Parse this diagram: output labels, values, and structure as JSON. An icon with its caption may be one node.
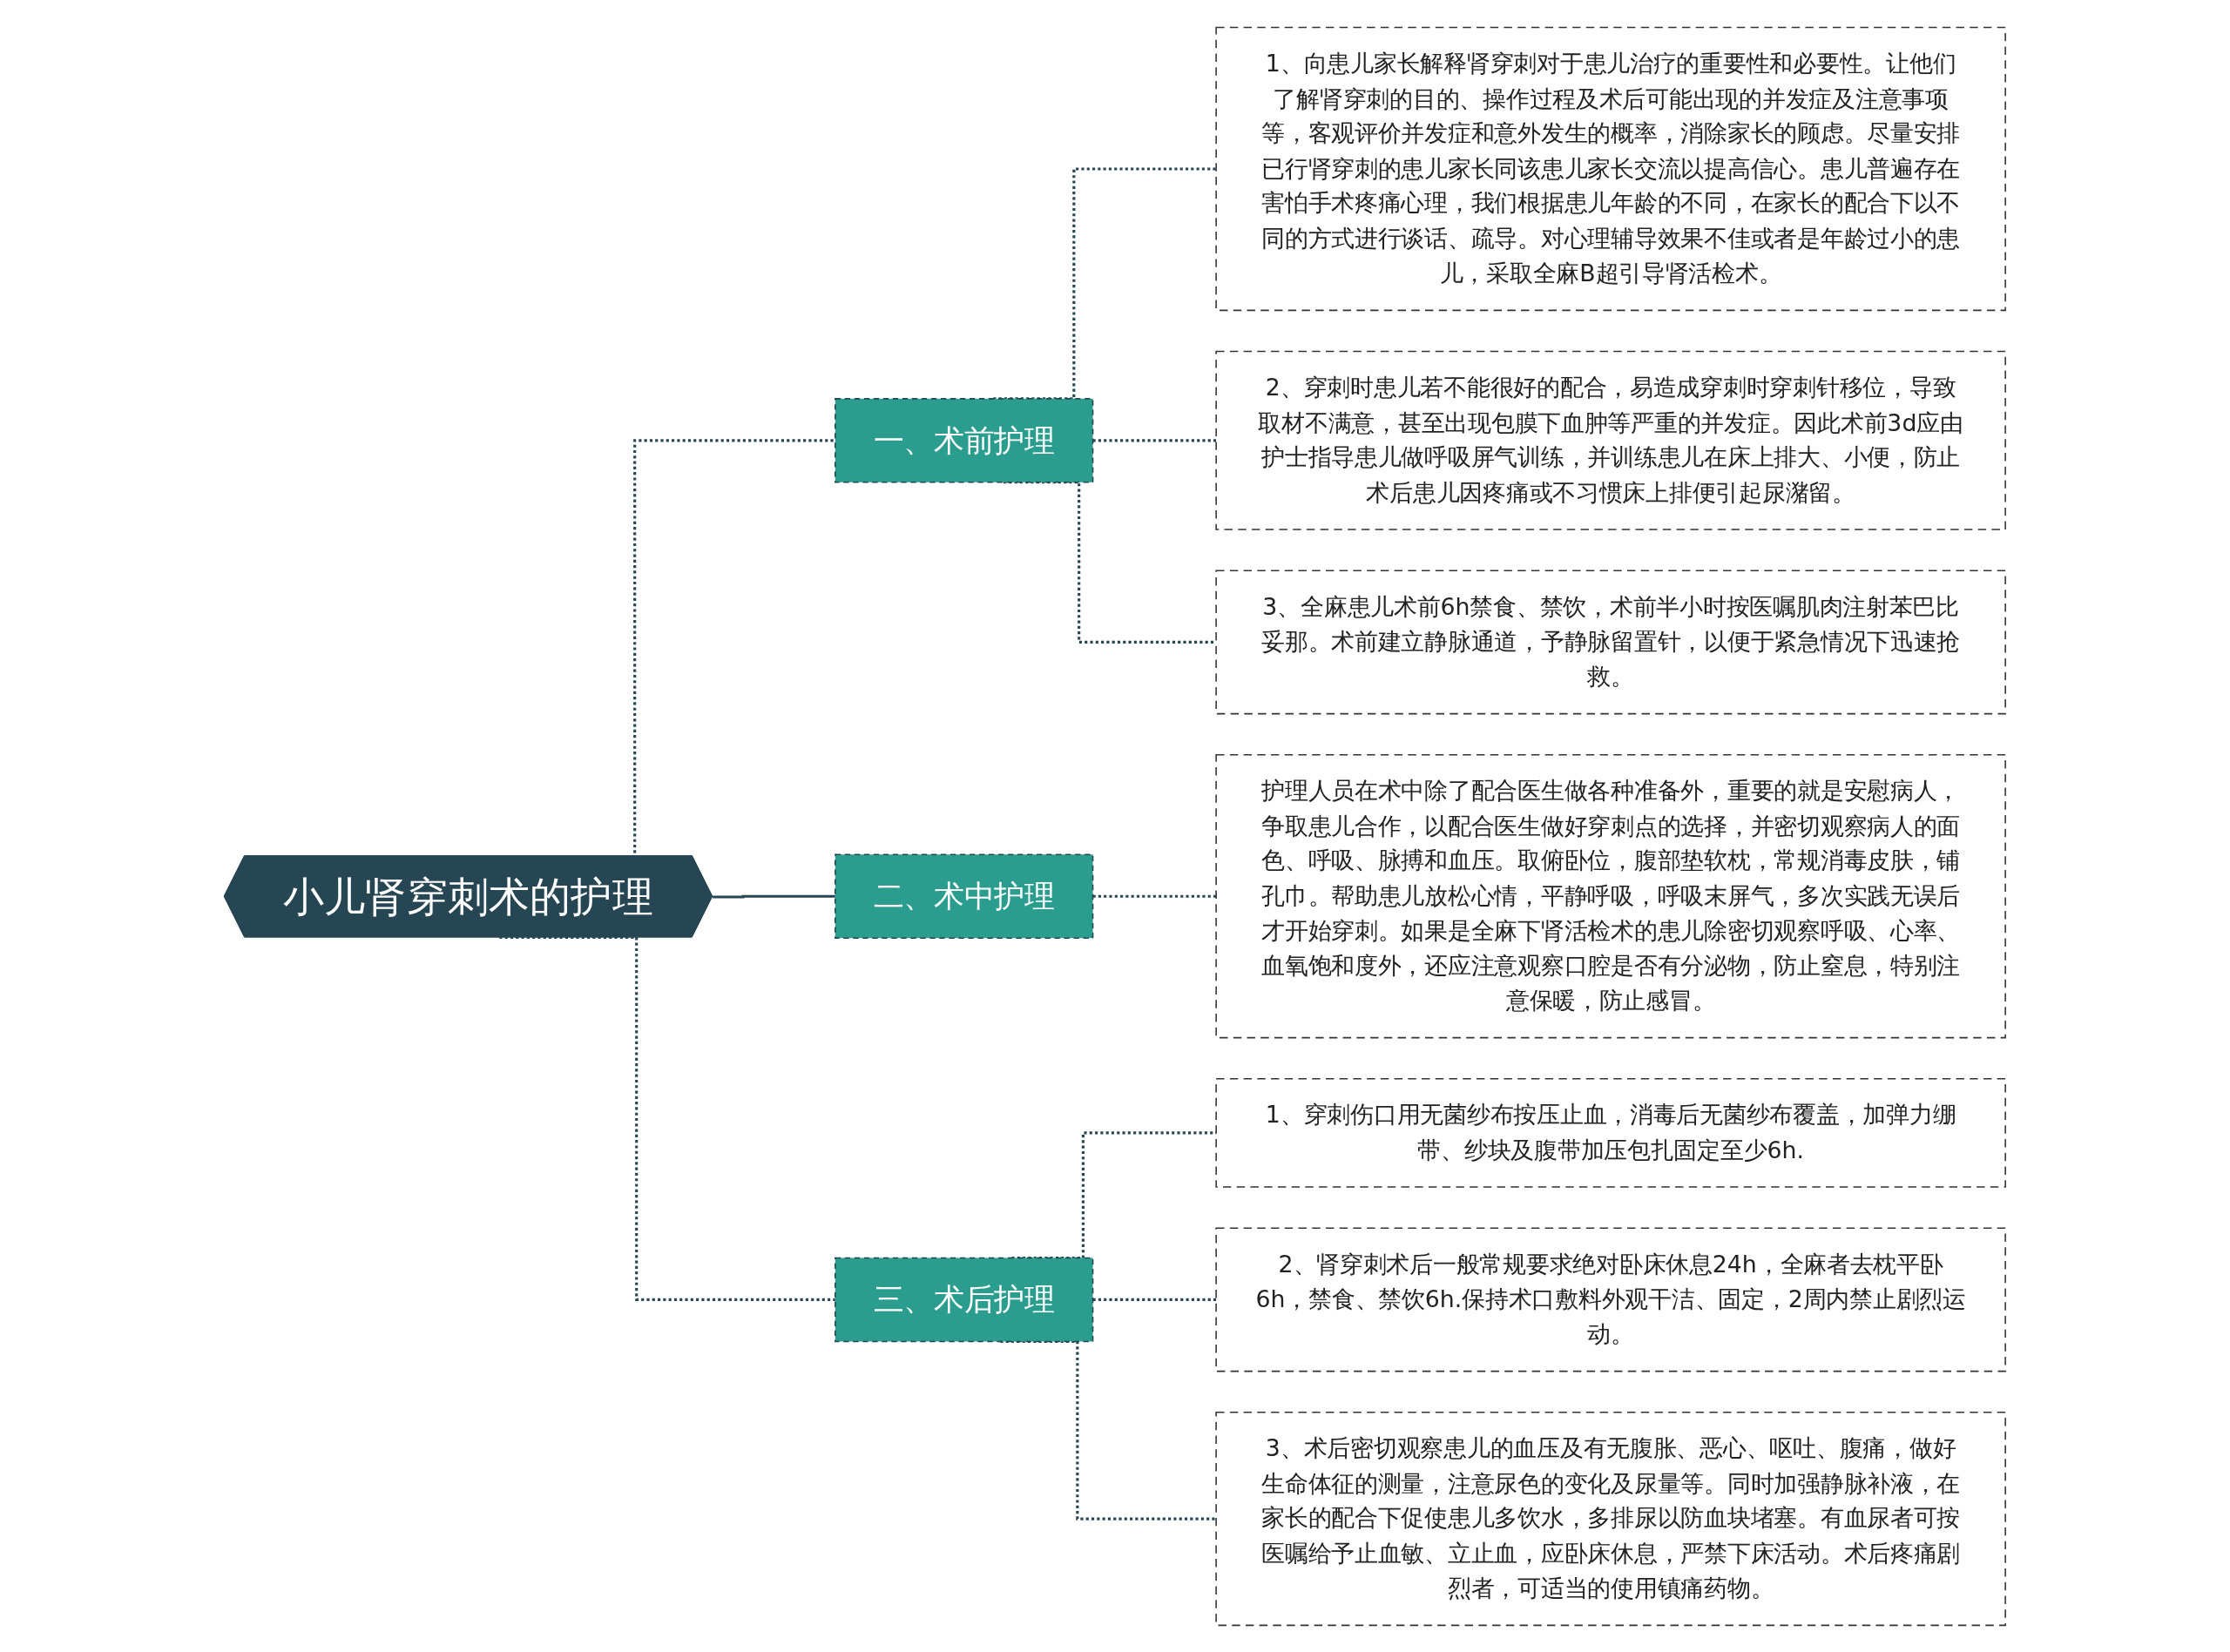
{
  "diagram": {
    "nodes": [
      {
        "text": [
          "小儿肾穿刺术的护理"
        ]
      },
      {
        "text": [
          "一、术前护理"
        ]
      },
      {
        "text": [
          "1、向患儿家长解释肾穿刺对于患儿治疗的重要性和必要性。让他们了解肾穿刺的目的、操作过程及术后可能出现的并发症及注意事项等，客观评价并发症和意外发生的概率，消除家长的顾虑。尽量安排已行肾穿刺的患儿家长同该患儿家长交流以提高信心。患儿普遍存在害怕手术疼痛心理，我们根据患儿年龄的不同，在家长的配合下以不同的方式进行谈话、疏导。对心理辅导效果不佳或者是年龄过小的患儿，采取全麻B超引导肾活检术。"
        ]
      },
      {
        "text": [
          "2、穿刺时患儿若不能很好的配合，易造成穿刺时穿刺针移位，导致取材不满意，甚至出现包膜下血肿等严重的并发症。因此术前3d应由护士指导患儿做呼吸屏气训练，并训练患儿在床上排大、小便，防止术后患儿因疼痛或不习惯床上排便引起尿潴留。"
        ]
      },
      {
        "text": [
          "3、全麻患儿术前6h禁食、禁饮，术前半小时按医嘱肌肉注射苯巴比妥那。术前建立静脉通道，予静脉留置针，以便于紧急情况下迅速抢救。"
        ]
      },
      {
        "text": [
          "二、术中护理"
        ]
      },
      {
        "text": [
          "护理人员在术中除了配合医生做各种准备外，重要的就是安慰病人，争取患儿合作，以配合医生做好穿刺点的选择，并密切观察病人的面色、呼吸、脉搏和血压。取俯卧位，腹部垫软枕，常规消毒皮肤，铺孔巾。帮助患儿放松心情，平静呼吸，呼吸末屏气，多次实践无误后才开始穿刺。如果是全麻下肾活检术的患儿除密切观察呼吸、心率、血氧饱和度外，还应注意观察口腔是否有分泌物，防止窒息，特别注意保暖，防止感冒。"
        ]
      },
      {
        "text": [
          "三、术后护理"
        ]
      },
      {
        "text": [
          "1、穿刺伤口用无菌纱布按压止血，消毒后无菌纱布覆盖，加弹力绷带、纱块及腹带加压包扎固定至少6h."
        ]
      },
      {
        "text": [
          "2、肾穿刺术后一般常规要求绝对卧床休息24h，全麻者去枕平卧6h，禁食、禁饮6h.保持术口敷料外观干洁、固定，2周内禁止剧烈运动。"
        ]
      },
      {
        "text": [
          "3、术后密切观察患儿的血压及有无腹胀、恶心、呕吐、腹痛，做好生命体征的测量，注意尿色的变化及尿量等。同时加强静脉补液，在家长的配合下促使患儿多饮水，多排尿以防血块堵塞。有血尿者可按医嘱给予止血敏、立止血，应卧床休息，严禁下床活动。术后疼痛剧烈者，可适当的使用镇痛药物。"
        ]
      }
    ],
    "edges": [
      {
        "from": 0,
        "to": 1,
        "arrow": "none",
        "style": "dashed"
      },
      {
        "from": 1,
        "to": 2,
        "arrow": "none",
        "style": "dashed"
      },
      {
        "from": 1,
        "to": 3,
        "arrow": "none",
        "style": "dashed"
      },
      {
        "from": 1,
        "to": 4,
        "arrow": "none",
        "style": "dashed"
      },
      {
        "from": 0,
        "to": 5,
        "arrow": "none"
      },
      {
        "from": 5,
        "to": 6,
        "arrow": "none",
        "style": "dashed"
      },
      {
        "from": 0,
        "to": 7,
        "arrow": "none",
        "style": "dashed"
      },
      {
        "from": 7,
        "to": 8,
        "arrow": "none",
        "style": "dashed"
      },
      {
        "from": 7,
        "to": 9,
        "arrow": "none",
        "style": "dashed"
      },
      {
        "from": 7,
        "to": 10,
        "arrow": "none",
        "style": "dashed"
      }
    ]
  }
}
